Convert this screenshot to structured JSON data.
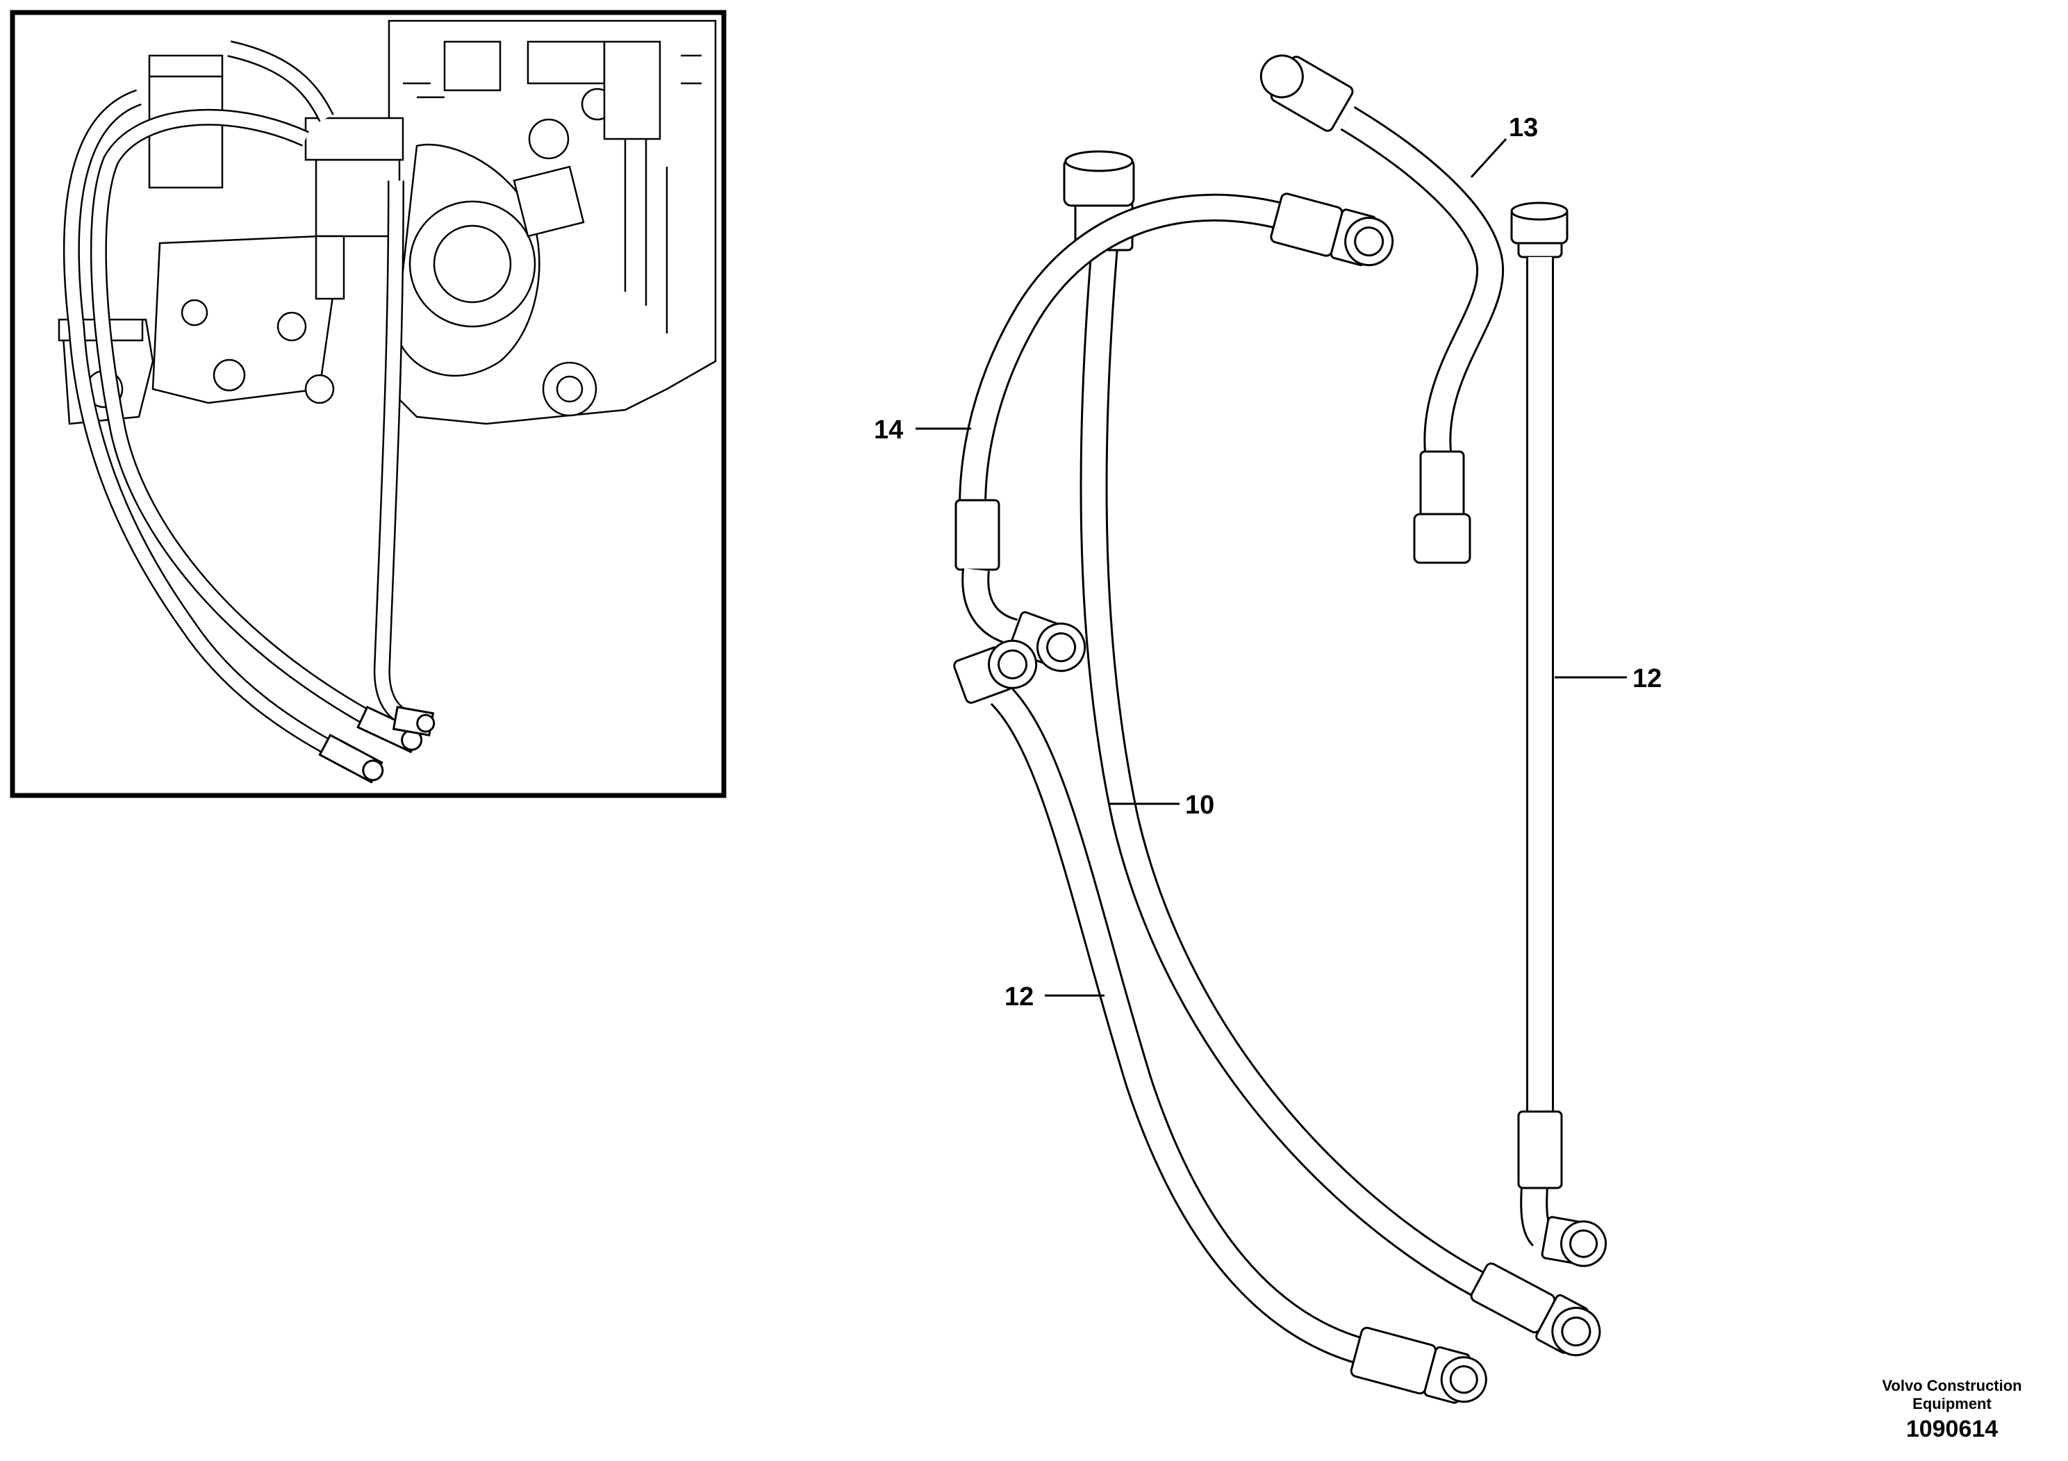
{
  "callouts": {
    "hose_14": "14",
    "hose_13": "13",
    "hose_12_right": "12",
    "hose_10": "10",
    "hose_12_left": "12"
  },
  "footer": {
    "brand_line1": "Volvo Construction",
    "brand_line2": "Equipment",
    "drawing_number": "1090614"
  }
}
